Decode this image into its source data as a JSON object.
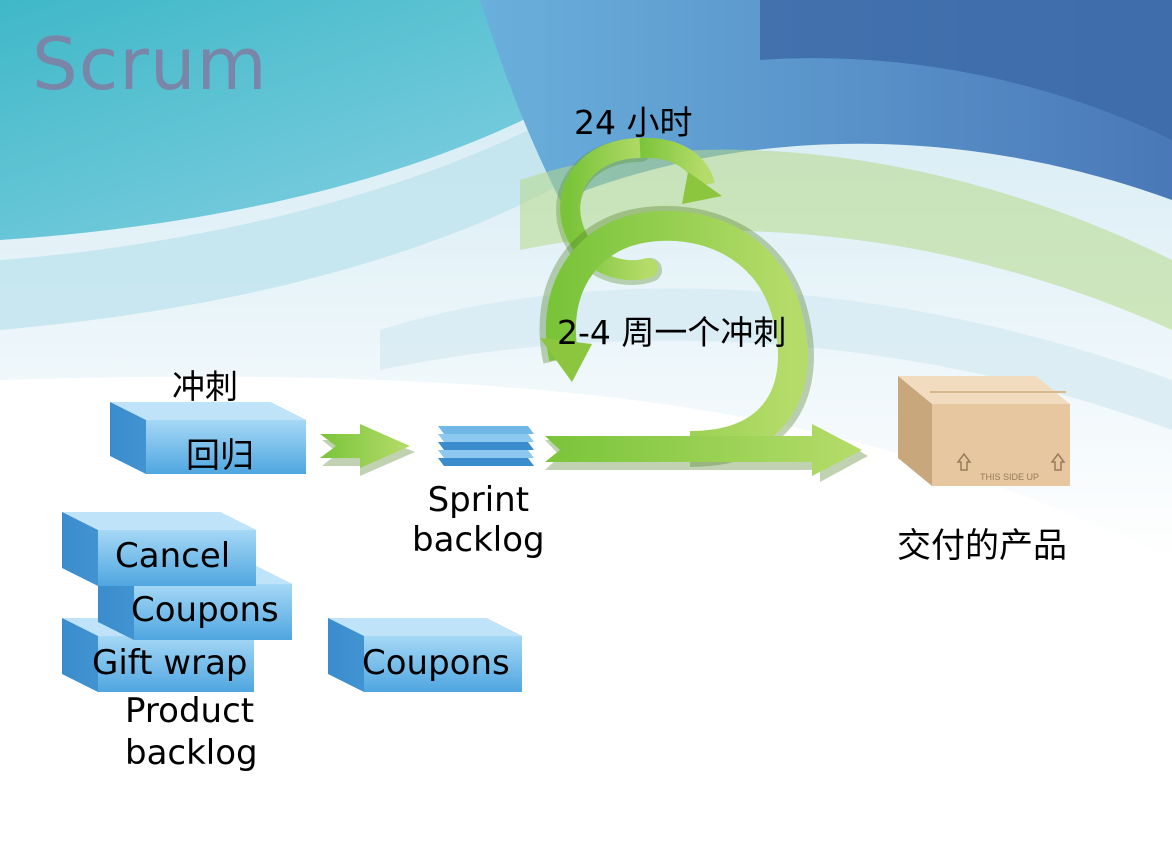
{
  "title": "Scrum",
  "labels": {
    "daily": "24 小时",
    "sprint_cycle": "2-4 周一个冲刺",
    "sprint": "冲刺",
    "sprint_item": "回归",
    "sprint_backlog_line1": "Sprint",
    "sprint_backlog_line2": "backlog",
    "delivered_product": "交付的产品",
    "product_backlog_line1": "Product",
    "product_backlog_line2": "backlog",
    "box_stamp": "THIS SIDE UP"
  },
  "backlog_items": [
    "Cancel",
    "Coupons",
    "Gift wrap",
    "Coupons"
  ],
  "colors": {
    "title": "#7a86a8",
    "arrow_green": "#8cc63f",
    "card_blue": "#6fb8e8",
    "box_tan": "#e8c9a0"
  }
}
